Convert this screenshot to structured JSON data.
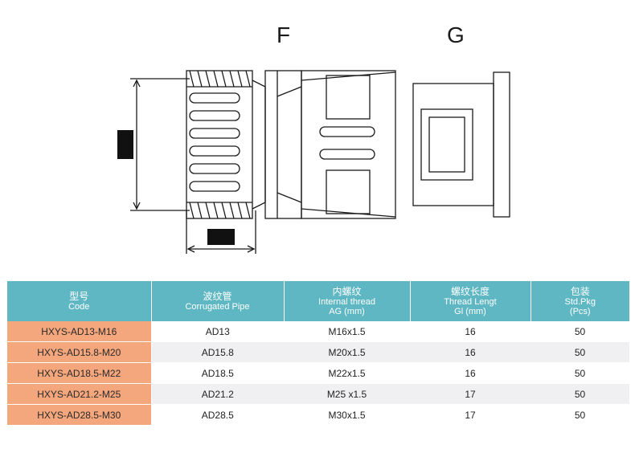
{
  "drawing": {
    "label_f": "F",
    "label_g": "G"
  },
  "table": {
    "headers": [
      {
        "cn": "型号",
        "en": "Code"
      },
      {
        "cn": "波纹管",
        "en": "Corrugated Pipe"
      },
      {
        "cn": "内螺纹",
        "en": "Internal thread",
        "en2": "AG (mm)"
      },
      {
        "cn": "螺纹长度",
        "en": "Thread Lengt",
        "en2": "Gl (mm)"
      },
      {
        "cn": "包装",
        "en": "Std.Pkg",
        "en2": "(Pcs)"
      }
    ],
    "rows": [
      {
        "code": "HXYS-AD13-M16",
        "pipe": "AD13",
        "thread": "M16x1.5",
        "length": "16",
        "pkg": "50"
      },
      {
        "code": "HXYS-AD15.8-M20",
        "pipe": "AD15.8",
        "thread": "M20x1.5",
        "length": "16",
        "pkg": "50"
      },
      {
        "code": "HXYS-AD18.5-M22",
        "pipe": "AD18.5",
        "thread": "M22x1.5",
        "length": "16",
        "pkg": "50"
      },
      {
        "code": "HXYS-AD21.2-M25",
        "pipe": "AD21.2",
        "thread": "M25 x1.5",
        "length": "17",
        "pkg": "50"
      },
      {
        "code": "HXYS-AD28.5-M30",
        "pipe": "AD28.5",
        "thread": "M30x1.5",
        "length": "17",
        "pkg": "50"
      }
    ]
  }
}
